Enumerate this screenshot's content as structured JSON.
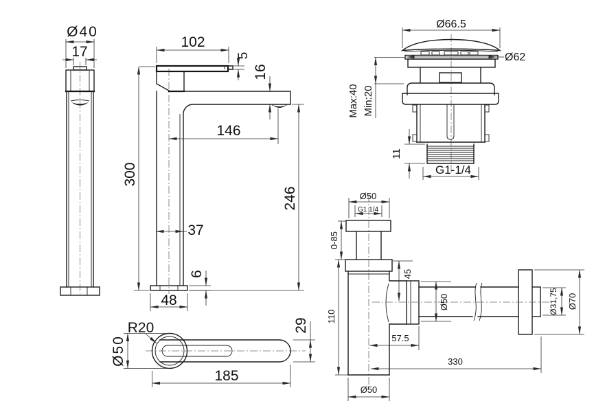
{
  "colors": {
    "line": "#1c1c1c",
    "dimension": "#2a2a2a",
    "text": "#111111",
    "background": "#ffffff"
  },
  "views": {
    "faucet_front": {
      "dims": {
        "cap_diameter": "Ø40",
        "knob_width": "17"
      }
    },
    "faucet_side": {
      "dims": {
        "handle_length": "102",
        "lever_tip_thickness": "5",
        "spout_body_height": "16",
        "spout_reach": "146",
        "total_height": "300",
        "spout_outlet_height": "246",
        "body_width": "37",
        "base_plate_height": "6",
        "base_width": "48"
      }
    },
    "drain": {
      "dims": {
        "cap_diameter": "Ø66.5",
        "flange_diameter": "Ø62",
        "mount_depth_max": "Max:40",
        "mount_depth_min": "Min:20",
        "thread_length": "11",
        "thread_size": "G1-1/4"
      }
    },
    "handle_top": {
      "dims": {
        "hub_radius": "R20",
        "hub_diameter": "Ø50",
        "handle_length": "185",
        "handle_width": "29"
      }
    },
    "siphon": {
      "dims": {
        "inlet_diameter": "Ø50",
        "inlet_thread": "G1 1/4",
        "height_adjust": "0-85",
        "outlet_center_drop": "45",
        "body_height": "110",
        "outlet_offset": "57.5",
        "nut_diameter": "Ø50",
        "wall_reach": "330",
        "body_diameter": "Ø50",
        "pipe_diameter": "Ø31,75",
        "wall_flange_diameter": "Ø70"
      }
    }
  }
}
